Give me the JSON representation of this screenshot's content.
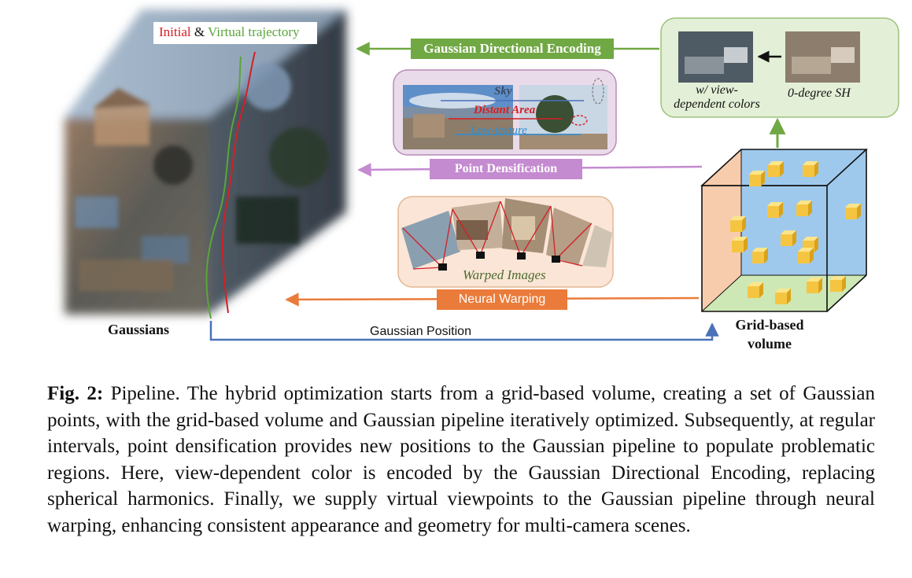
{
  "figure": {
    "trajectory_legend": {
      "initial": "Initial",
      "amp": "&",
      "virtual": "Virtual trajectory"
    },
    "gaussians_label": "Gaussians",
    "grid_label_line1": "Grid-based",
    "grid_label_line2": "volume",
    "gaussian_position_label": "Gaussian Position",
    "arrows": {
      "directional_encoding": "Gaussian Directional Encoding",
      "point_densification": "Point Densification",
      "neural_warping": "Neural Warping"
    },
    "densification_panel": {
      "sky": "Sky",
      "distant": "Distant Area",
      "low_texture": "Low-texture"
    },
    "warped_images_label": "Warped Images",
    "sh_panel": {
      "left_line1": "w/ view-",
      "left_line2": "dependent colors",
      "right": "0-degree SH"
    },
    "colors": {
      "green": "#70a843",
      "violet": "#c48bd0",
      "orange": "#ea7b3a",
      "blue": "#4a72b8",
      "red": "#d41f26",
      "cube_blue": "#9fc9ec",
      "cube_peach": "#f6c39d",
      "cube_green": "#cde8b4"
    }
  },
  "caption": {
    "label": "Fig. 2:",
    "text": " Pipeline. The hybrid optimization starts from a grid-based volume, creating a set of Gaussian points, with the grid-based volume and Gaussian pipeline iteratively optimized. Subsequently, at regular intervals, point densification provides new positions to the Gaussian pipeline to populate problematic regions. Here, view-dependent color is encoded by the Gaussian Directional Encoding, replacing spherical harmonics. Finally, we supply virtual viewpoints to the Gaussian pipeline through neural warping, enhancing consistent appearance and geometry for multi-camera scenes."
  }
}
